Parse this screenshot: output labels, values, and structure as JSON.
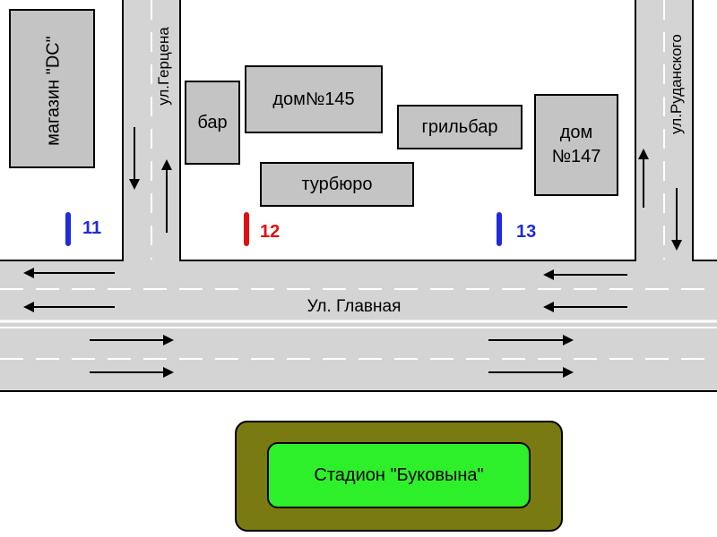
{
  "colors": {
    "road": "#d4d4d4",
    "building": "#c4c4c4",
    "stop_blue": "#1f2bd8",
    "stop_red": "#e01010",
    "stadium_outer": "#7a7a12",
    "stadium_inner": "#2ef02a"
  },
  "streets": {
    "main": "Ул. Главная",
    "gertsena": "ул.Герцена",
    "rudanskogo": "ул.Руданского"
  },
  "buildings": {
    "shop": "магазин \"DC\"",
    "bar": "бар",
    "house145": "дом№145",
    "travel": "турбюро",
    "grill": "грильбар",
    "house147_line1": "дом",
    "house147_line2": "№147"
  },
  "stops": [
    {
      "number": "11",
      "color": "blue"
    },
    {
      "number": "12",
      "color": "red"
    },
    {
      "number": "13",
      "color": "blue"
    }
  ],
  "stadium": "Стадион \"Буковына\"",
  "traffic_arrows": {
    "westbound_icon": "arrow-left-icon",
    "eastbound_icon": "arrow-right-icon",
    "northbound_icon": "arrow-up-icon",
    "southbound_icon": "arrow-down-icon"
  }
}
